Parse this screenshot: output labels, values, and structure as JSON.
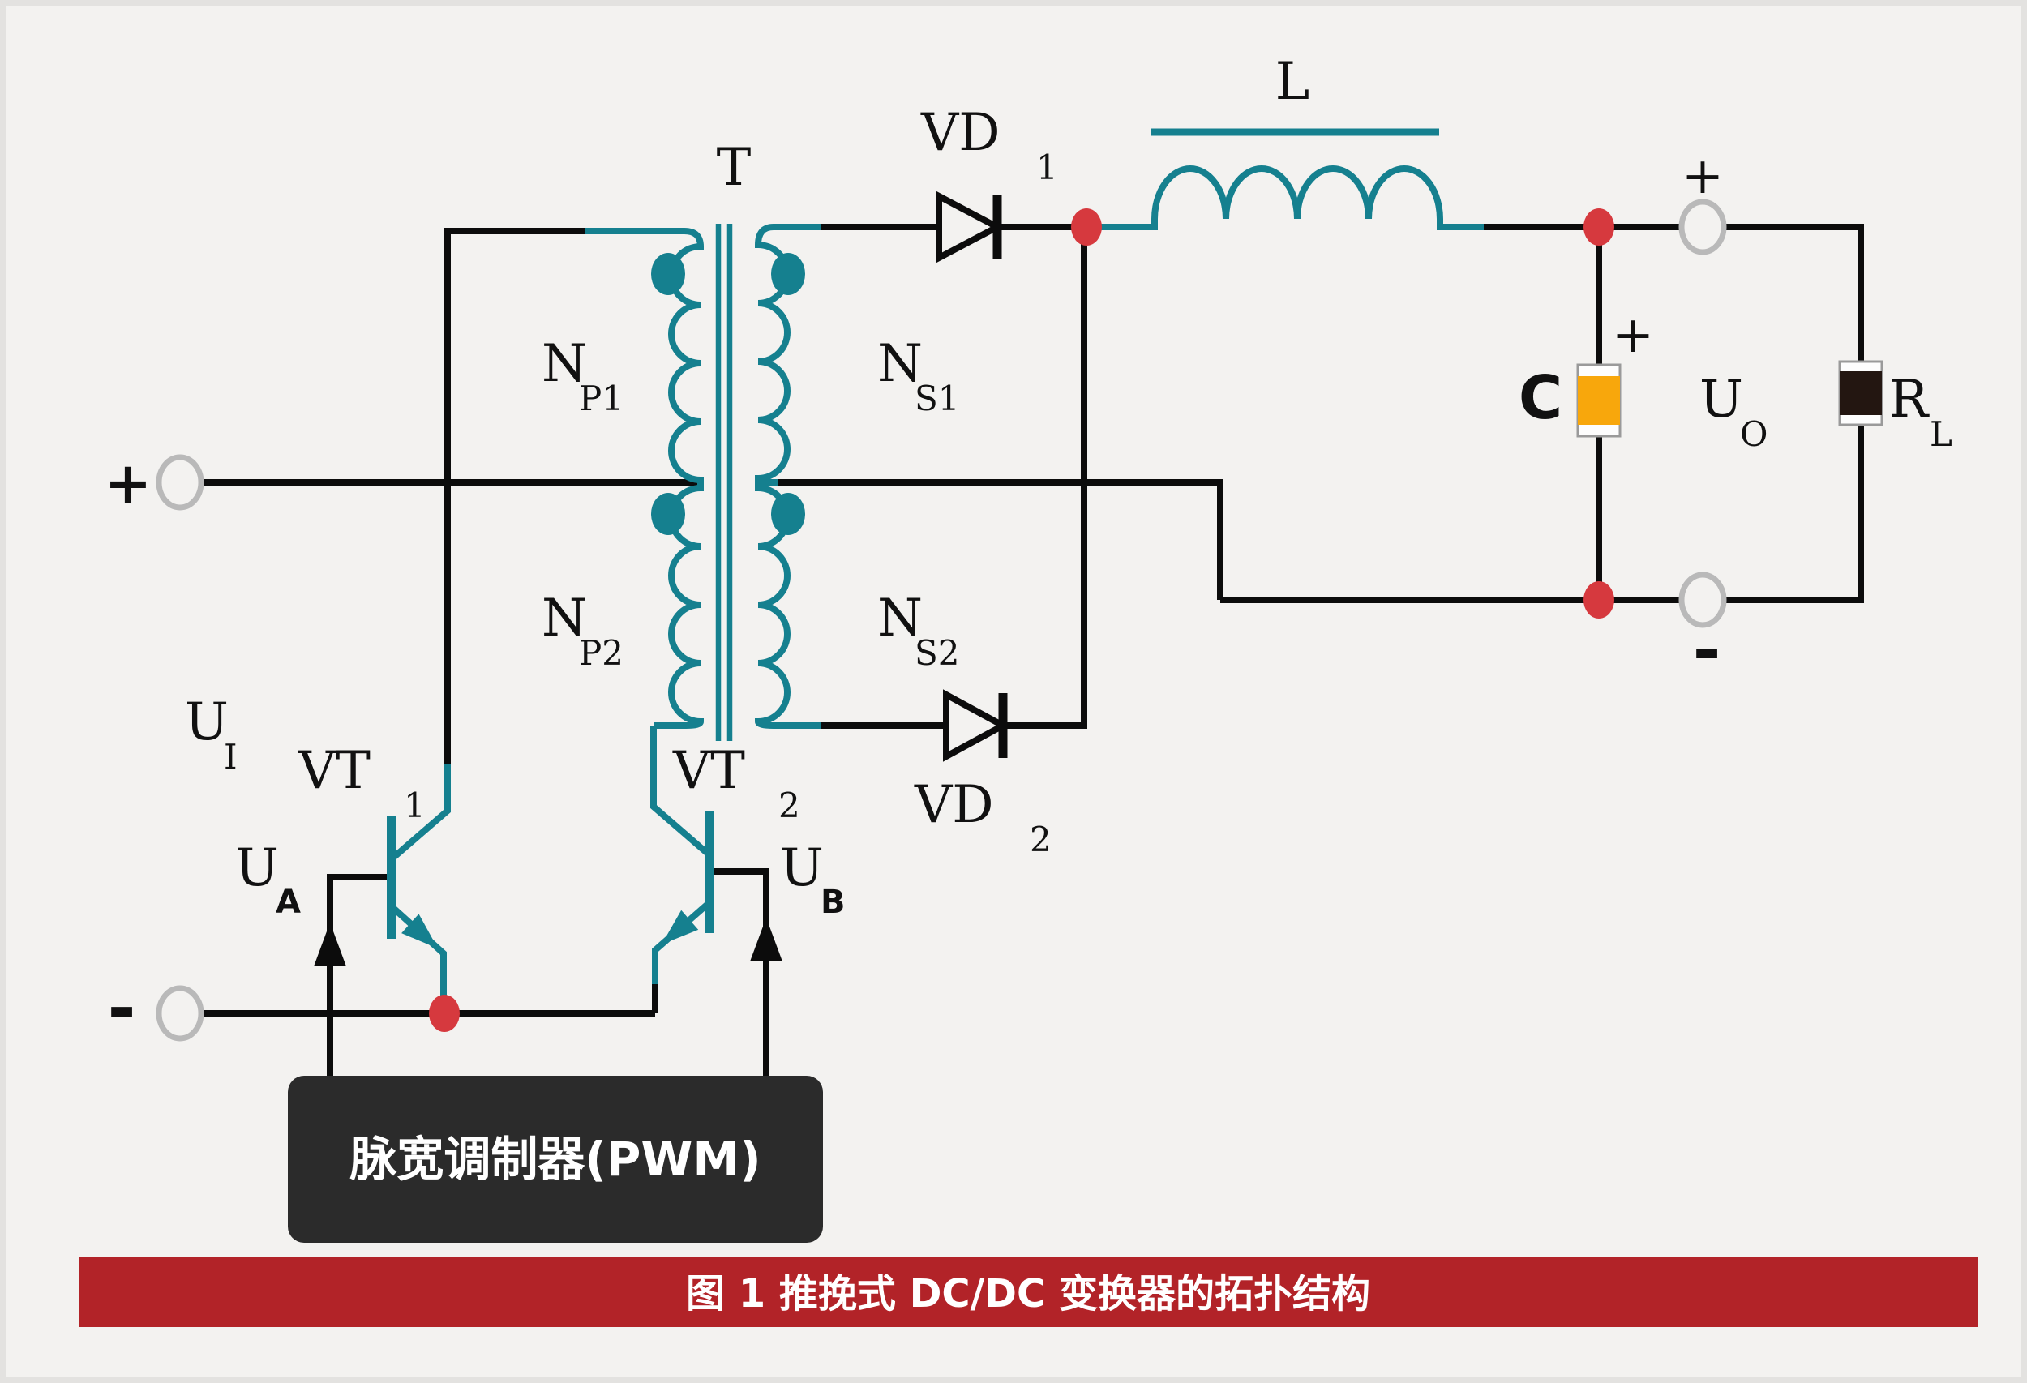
{
  "colors": {
    "bg": "#f3f2f0",
    "wire": "#0c0c0c",
    "teal": "#15808f",
    "dot-red": "#d6393e",
    "terminal": "#b9b9b9",
    "cap-case": "#fdfdfd",
    "cap-fill": "#f8a70c",
    "case-stroke": "#9a9a9a",
    "resistor-fill": "#231611",
    "pwm-bg": "#2b2b2b",
    "pwm-text": "#ffffff",
    "caption-bg": "#b22328",
    "caption-text": "#ffffff",
    "label": "#111111"
  },
  "labels": {
    "transformer": "T",
    "np1": {
      "main": "N",
      "sub": "P1"
    },
    "np2": {
      "main": "N",
      "sub": "P2"
    },
    "ns1": {
      "main": "N",
      "sub": "S1"
    },
    "ns2": {
      "main": "N",
      "sub": "S2"
    },
    "vd1": {
      "main": "VD",
      "sub": "1"
    },
    "vd2": {
      "main": "VD",
      "sub": "2"
    },
    "vt1": {
      "main": "VT",
      "sub": "1"
    },
    "vt2": {
      "main": "VT",
      "sub": "2"
    },
    "inductor": "L",
    "capacitor": "C",
    "uo": {
      "main": "U",
      "sub": "O"
    },
    "rl": {
      "main": "R",
      "sub": "L"
    },
    "ui": {
      "main": "U",
      "sub": "I"
    },
    "ua": {
      "main": "U",
      "sub": "A"
    },
    "ub": {
      "main": "U",
      "sub": "B"
    },
    "input_plus": "+",
    "input_minus": "-",
    "output_plus": "+",
    "output_minus": "-",
    "cap_plus": "+"
  },
  "pwm": {
    "label": "脉宽调制器(PWM)"
  },
  "caption": {
    "text": "图 1  推挽式 DC/DC 变换器的拓扑结构"
  }
}
